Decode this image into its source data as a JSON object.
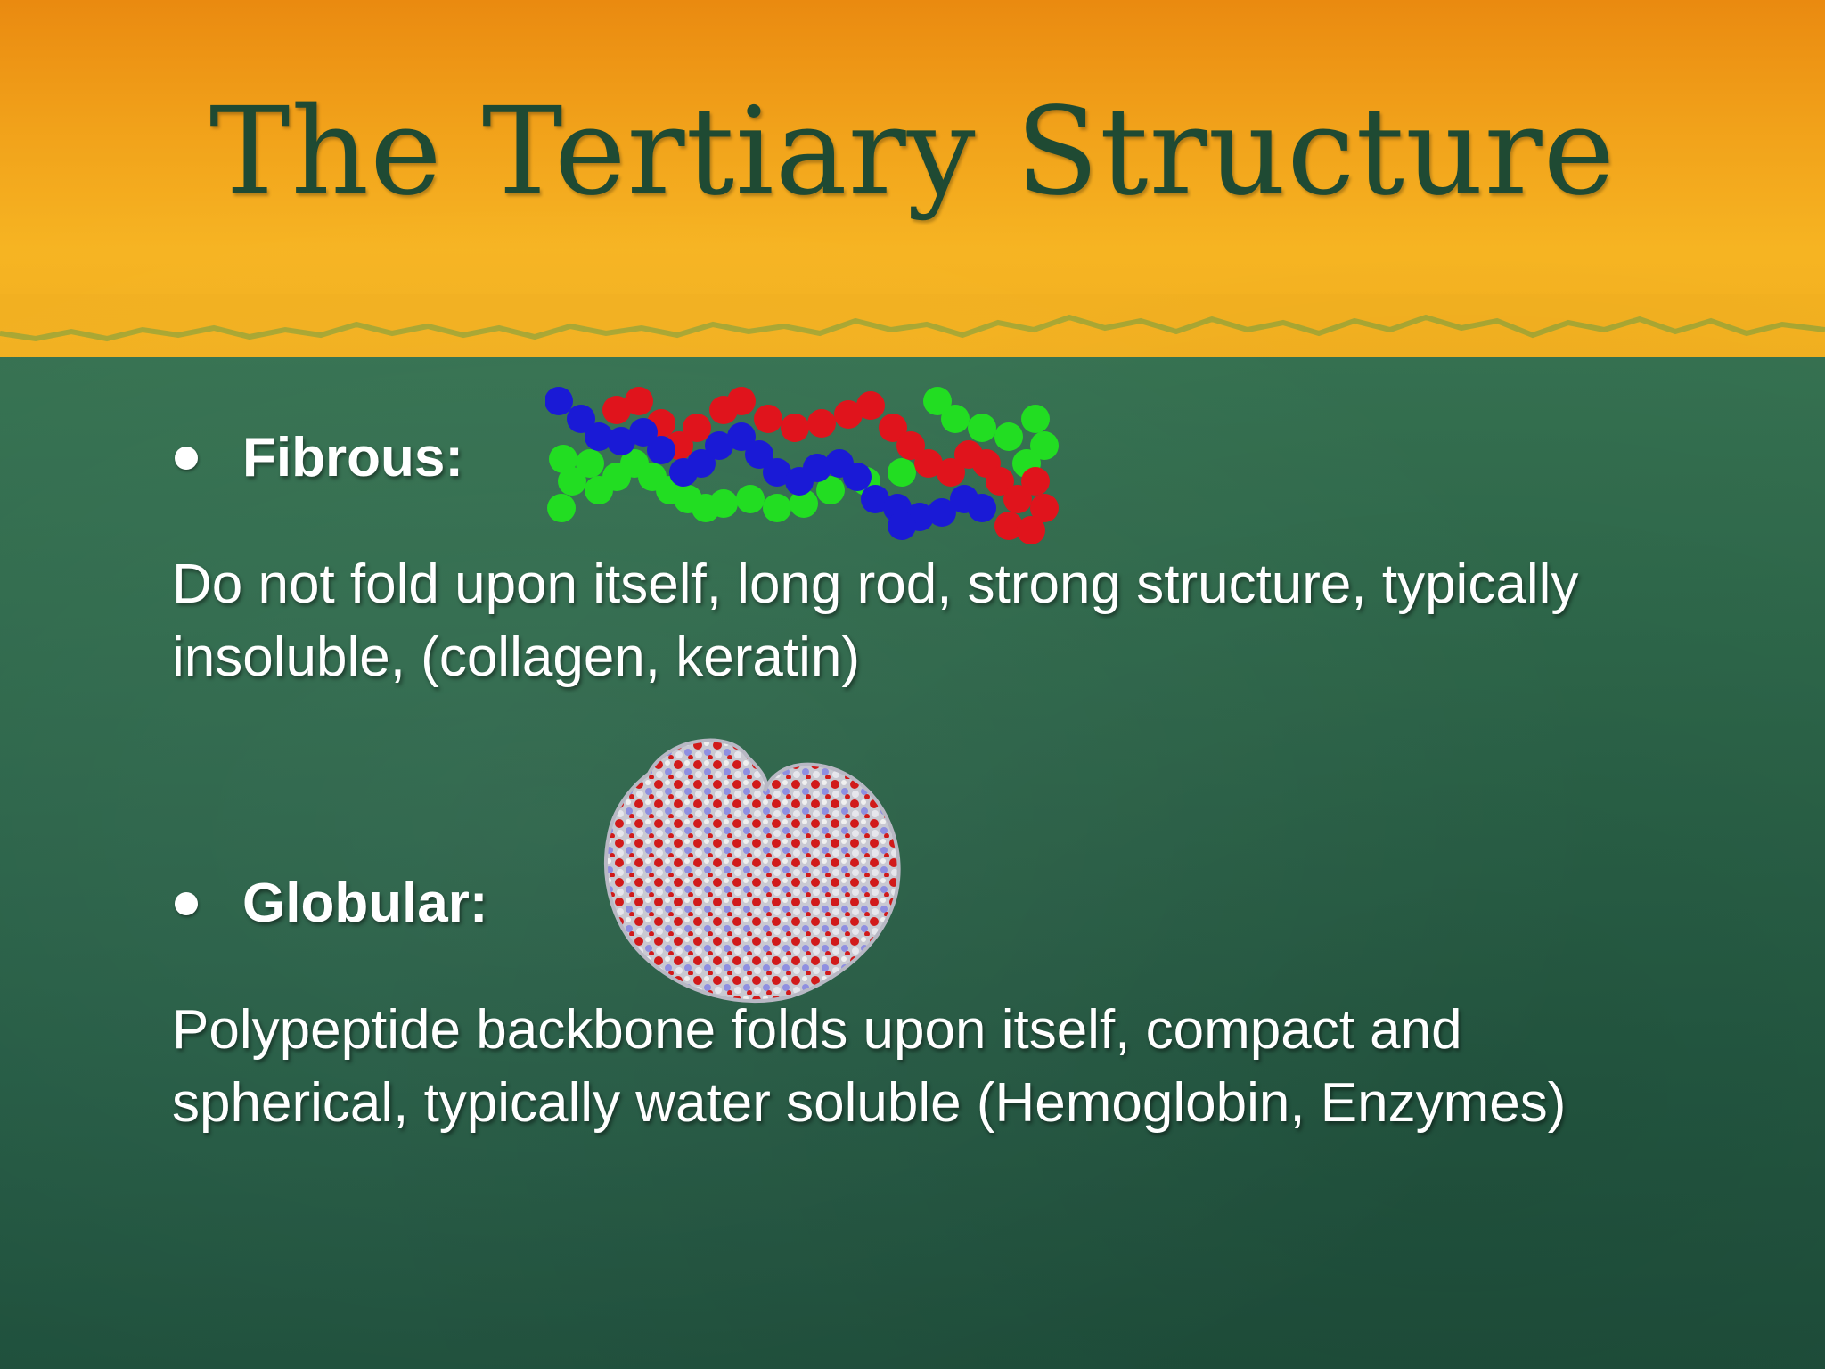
{
  "slide": {
    "title": "The Tertiary Structure",
    "fibrous": {
      "label": "Fibrous:",
      "description": "Do not fold upon itself, long rod, strong structure, typically insoluble, (collagen, keratin)",
      "image_icon": "fibrous-protein-helix-image"
    },
    "globular": {
      "label": "Globular:",
      "description": "Polypeptide backbone folds upon itself, compact and spherical, typically water soluble (Hemoglobin, Enzymes)",
      "image_icon": "globular-protein-image"
    }
  },
  "colors": {
    "title": "#1f4a33",
    "header_top": "#ea8a10",
    "header_bottom": "#f6b422",
    "background": "#2f6a4c",
    "text": "#ffffff",
    "helix_red": "#e0141c",
    "helix_blue": "#1a1ad6",
    "helix_green": "#22dd22"
  }
}
